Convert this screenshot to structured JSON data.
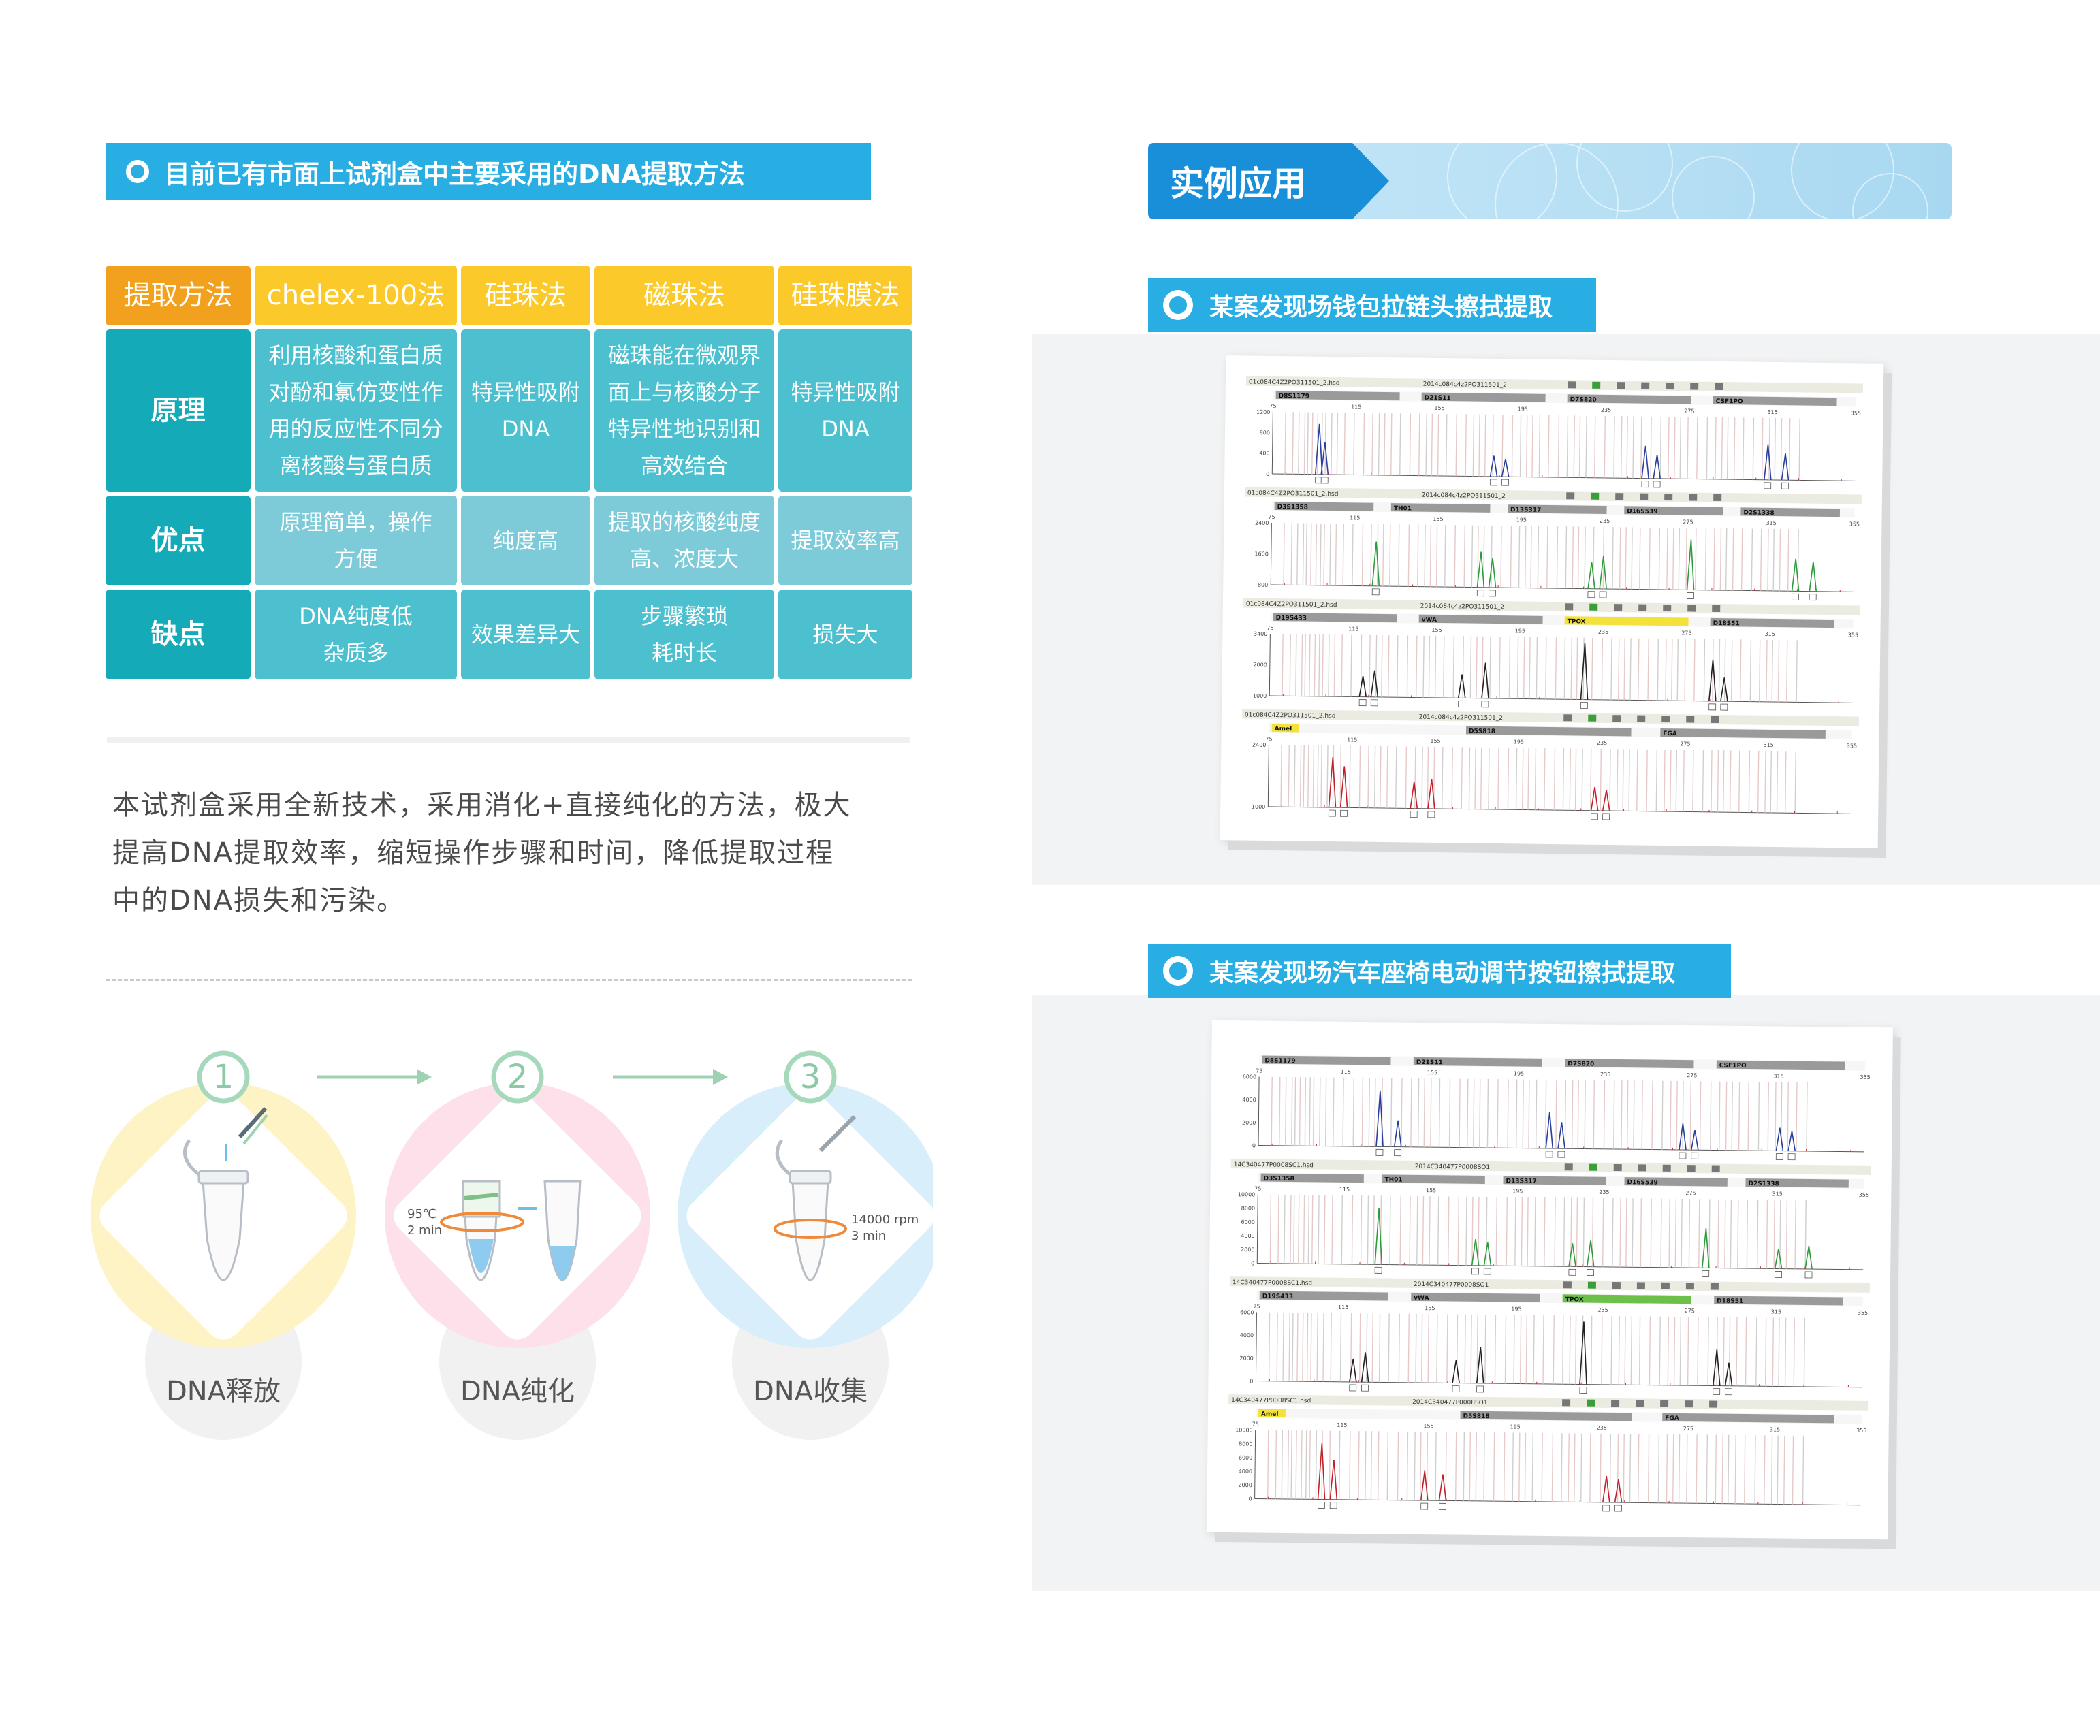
{
  "left": {
    "header": "目前已有市面上试剂盒中主要采用的DNA提取方法",
    "table": {
      "headers": [
        "提取方法",
        "chelex-100法",
        "硅珠法",
        "磁珠法",
        "硅珠膜法"
      ],
      "rows": [
        {
          "label": "原理",
          "cells": [
            [
              "利用核酸和蛋白质",
              "对酚和氯仿变性作",
              "用的反应性不同分",
              "离核酸与蛋白质"
            ],
            [
              "特异性吸附",
              "DNA"
            ],
            [
              "磁珠能在微观界",
              "面上与核酸分子",
              "特异性地识别和",
              "高效结合"
            ],
            [
              "特异性吸附",
              "DNA"
            ]
          ]
        },
        {
          "label": "优点",
          "cells": [
            [
              "原理简单，操作",
              "方便"
            ],
            [
              "纯度高"
            ],
            [
              "提取的核酸纯度",
              "高、浓度大"
            ],
            [
              "提取效率高"
            ]
          ]
        },
        {
          "label": "缺点",
          "cells": [
            [
              "DNA纯度低",
              "杂质多"
            ],
            [
              "效果差异大"
            ],
            [
              "步骤繁琐",
              "耗时长"
            ],
            [
              "损失大"
            ]
          ]
        }
      ]
    },
    "paragraph": [
      "本试剂盒采用全新技术，采用消化+直接纯化的方法，极大",
      "提高DNA提取效率，缩短操作步骤和时间，降低提取过程",
      "中的DNA损失和污染。"
    ],
    "steps": [
      {
        "num": "1",
        "name": "DNA释放",
        "note": []
      },
      {
        "num": "2",
        "name": "DNA纯化",
        "note": [
          "95℃",
          "2 min"
        ]
      },
      {
        "num": "3",
        "name": "DNA收集",
        "note": [
          "14000 rpm",
          "3 min"
        ]
      }
    ]
  },
  "right": {
    "header": "实例应用",
    "cases": [
      {
        "title": "某案发现场钱包拉链头擦拭提取",
        "rows": [
          {
            "file": "01c084C4Z2PO311501_2.hsd",
            "sample": "2014c084c4z2PO311501_2",
            "loci": [
              "D8S1179",
              "D21S11",
              "D7S820",
              "CSF1PO"
            ],
            "color": "#2a3f9e",
            "yticks": [
              "1200",
              "800",
              "400",
              "0"
            ],
            "ymax": 1400,
            "peaks": [
              [
                0.08,
                0.85
              ],
              [
                0.09,
                0.55
              ],
              [
                0.38,
                0.35
              ],
              [
                0.4,
                0.3
              ],
              [
                0.64,
                0.55
              ],
              [
                0.66,
                0.4
              ],
              [
                0.85,
                0.6
              ],
              [
                0.88,
                0.45
              ]
            ]
          },
          {
            "file": "01c084C4Z2PO311501_2.hsd",
            "sample": "2014c084c4z2PO311501_2",
            "loci": [
              "D3S1358",
              "TH01",
              "D13S317",
              "D16S539",
              "D2S1338"
            ],
            "color": "#2e9b3a",
            "yticks": [
              "2400",
              "1600",
              "800"
            ],
            "ymax": 2600,
            "peaks": [
              [
                0.18,
                0.75
              ],
              [
                0.36,
                0.6
              ],
              [
                0.38,
                0.5
              ],
              [
                0.55,
                0.45
              ],
              [
                0.57,
                0.55
              ],
              [
                0.72,
                0.85
              ],
              [
                0.9,
                0.55
              ],
              [
                0.93,
                0.5
              ]
            ]
          },
          {
            "file": "01c084C4Z2PO311501_2.hsd",
            "sample": "2014c084c4z2PO311501_2",
            "loci": [
              "D19S433",
              "vWA",
              "TPOX",
              "D18S51"
            ],
            "color": "#222222",
            "yticks": [
              "3400",
              "2000",
              "1000"
            ],
            "ymax": 3500,
            "peaks": [
              [
                0.16,
                0.35
              ],
              [
                0.18,
                0.45
              ],
              [
                0.33,
                0.4
              ],
              [
                0.37,
                0.6
              ],
              [
                0.54,
                0.95
              ],
              [
                0.76,
                0.7
              ],
              [
                0.78,
                0.4
              ]
            ]
          },
          {
            "file": "01c084C4Z2PO311501_2.hsd",
            "sample": "2014c084c4z2PO311501_2",
            "loci": [
              "Amel",
              "D5S818",
              "FGA"
            ],
            "color": "#c0202a",
            "yticks": [
              "2400",
              "1000"
            ],
            "ymax": 2600,
            "peaks": [
              [
                0.11,
                0.85
              ],
              [
                0.13,
                0.7
              ],
              [
                0.25,
                0.45
              ],
              [
                0.28,
                0.5
              ],
              [
                0.56,
                0.4
              ],
              [
                0.58,
                0.35
              ]
            ]
          }
        ]
      },
      {
        "title": "某案发现场汽车座椅电动调节按钮擦拭提取",
        "rows": [
          {
            "file": "",
            "sample": "",
            "loci": [
              "D8S1179",
              "D21S11",
              "D7S820",
              "CSF1PO"
            ],
            "color": "#2a3f9e",
            "yticks": [
              "6000",
              "4000",
              "2000",
              "0"
            ],
            "ymax": 7000,
            "peaks": [
              [
                0.2,
                0.85
              ],
              [
                0.23,
                0.4
              ],
              [
                0.48,
                0.55
              ],
              [
                0.5,
                0.4
              ],
              [
                0.7,
                0.4
              ],
              [
                0.72,
                0.3
              ],
              [
                0.86,
                0.35
              ],
              [
                0.88,
                0.3
              ]
            ]
          },
          {
            "file": "14C340477P0008SC1.hsd",
            "sample": "2014C340477P0008SO1",
            "loci": [
              "D3S1358",
              "TH01",
              "D13S317",
              "D16S539",
              "D2S1338"
            ],
            "color": "#2e9b3a",
            "yticks": [
              "10000",
              "8000",
              "6000",
              "4000",
              "2000",
              "0"
            ],
            "ymax": 10000,
            "peaks": [
              [
                0.2,
                0.85
              ],
              [
                0.36,
                0.4
              ],
              [
                0.38,
                0.35
              ],
              [
                0.52,
                0.35
              ],
              [
                0.55,
                0.4
              ],
              [
                0.74,
                0.6
              ],
              [
                0.86,
                0.3
              ],
              [
                0.91,
                0.35
              ]
            ]
          },
          {
            "file": "14C340477P0008SC1.hsd",
            "sample": "2014C340477P0008SO1",
            "loci": [
              "D19S433",
              "vWA",
              "TPOX",
              "D18S51"
            ],
            "color": "#222222",
            "yticks": [
              "6000",
              "4000",
              "2000",
              "0"
            ],
            "ymax": 7000,
            "peaks": [
              [
                0.16,
                0.35
              ],
              [
                0.18,
                0.45
              ],
              [
                0.33,
                0.35
              ],
              [
                0.37,
                0.55
              ],
              [
                0.54,
                0.95
              ],
              [
                0.76,
                0.55
              ],
              [
                0.78,
                0.35
              ]
            ]
          },
          {
            "file": "14C340477P0008SC1.hsd",
            "sample": "2014C340477P0008SO1",
            "loci": [
              "Amel",
              "D5S818",
              "FGA"
            ],
            "color": "#c0202a",
            "yticks": [
              "10000",
              "8000",
              "6000",
              "4000",
              "2000",
              "0"
            ],
            "ymax": 10000,
            "peaks": [
              [
                0.11,
                0.85
              ],
              [
                0.13,
                0.6
              ],
              [
                0.28,
                0.45
              ],
              [
                0.31,
                0.4
              ],
              [
                0.58,
                0.4
              ],
              [
                0.6,
                0.35
              ]
            ]
          }
        ]
      }
    ],
    "xticks": [
      "75",
      "115",
      "155",
      "195",
      "235",
      "275",
      "315",
      "355"
    ]
  }
}
